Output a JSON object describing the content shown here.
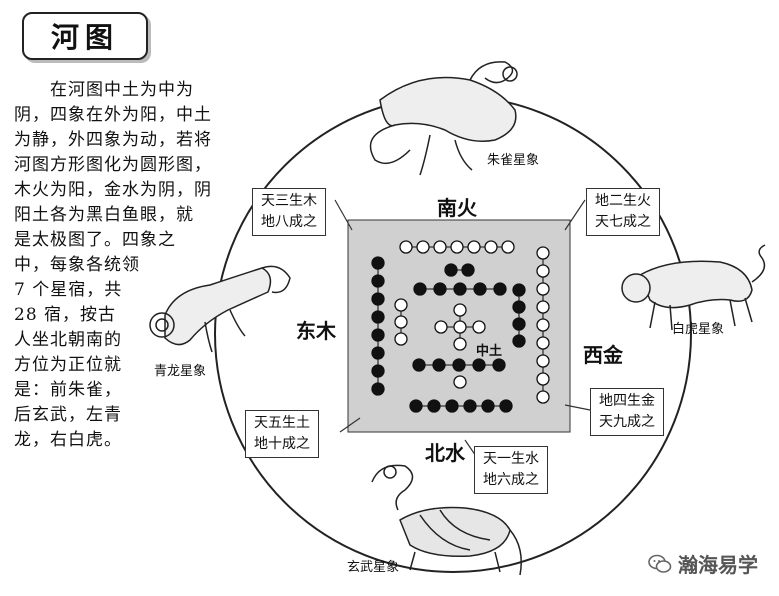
{
  "title": "河图",
  "paragraph_lines": [
    "　　在河图中土为中为",
    "阴，四象在外为阳，中土",
    "为静，外四象为动，若将",
    "河图方形图化为圆形图，",
    "木火为阳，金水为阴，阴",
    "阳土各为黑白鱼眼，就",
    "是太极图了。四象之",
    "中，每象各统领",
    "7 个星宿，共",
    "28 宿，按古",
    "人坐北朝南的",
    "方位为正位就",
    "是：前朱雀，",
    "后玄武，左青",
    "龙，右白虎。"
  ],
  "directions": {
    "south": "南火",
    "north": "北水",
    "east": "东木",
    "west": "西金"
  },
  "center_label": "中土",
  "callouts": {
    "top_left": [
      "天三生木",
      "地八成之"
    ],
    "top_right": [
      "地二生火",
      "天七成之"
    ],
    "right": [
      "地四生金",
      "天九成之"
    ],
    "bottom_left": [
      "天五生土",
      "地十成之"
    ],
    "bottom": [
      "天一生水",
      "地六成之"
    ]
  },
  "constellations": {
    "vermilion_bird": "朱雀星象",
    "white_tiger": "白虎星象",
    "azure_dragon": "青龙星象",
    "black_tortoise": "玄武星象"
  },
  "watermark": "瀚海易学",
  "colors": {
    "square_fill": "#d0d0d0",
    "ink": "#111111"
  },
  "hetu_groups": {
    "south_outer": {
      "color": "white",
      "count": 7
    },
    "south_inner": {
      "color": "black",
      "count": 2
    },
    "north_inner": {
      "color": "white",
      "count": 1
    },
    "north_outer": {
      "color": "black",
      "count": 6
    },
    "east_outer": {
      "color": "black",
      "count": 8
    },
    "east_inner": {
      "color": "white",
      "count": 3
    },
    "west_inner": {
      "color": "black",
      "count": 4
    },
    "west_outer": {
      "color": "white",
      "count": 9
    },
    "center_cross": {
      "color": "white",
      "count": 5
    },
    "center_top_bar": {
      "color": "black",
      "count": 5
    },
    "center_bottom_bar": {
      "color": "black",
      "count": 5
    }
  }
}
